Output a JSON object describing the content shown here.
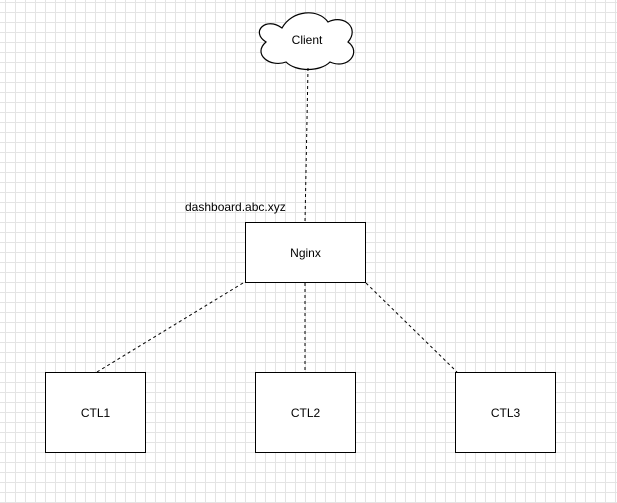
{
  "diagram": {
    "client": {
      "label": "Client"
    },
    "domain_label": "dashboard.abc.xyz",
    "proxy": {
      "label": "Nginx"
    },
    "controllers": [
      {
        "label": "CTL1"
      },
      {
        "label": "CTL2"
      },
      {
        "label": "CTL3"
      }
    ]
  },
  "colors": {
    "background": "#ffffff",
    "grid": "#e4e4e4",
    "stroke": "#000000"
  }
}
